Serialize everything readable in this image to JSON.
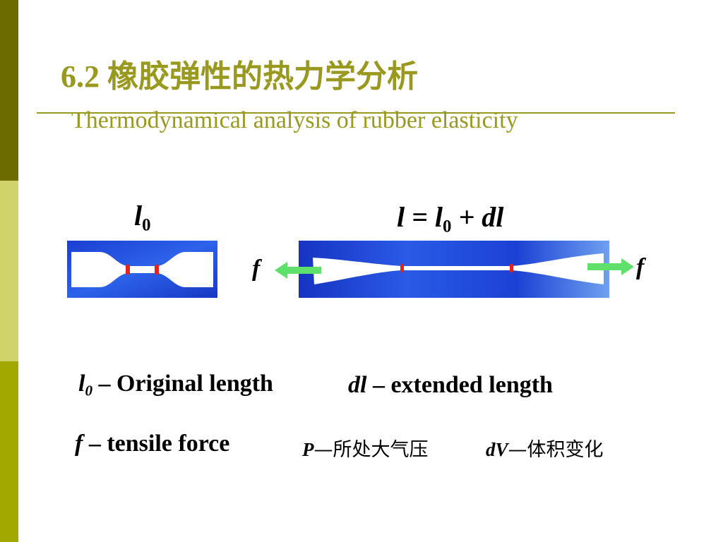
{
  "slide": {
    "title": "6.2 橡胶弹性的热力学分析",
    "subtitle": "Thermodynamical analysis of rubber elasticity"
  },
  "figure": {
    "label_original_base": "l",
    "label_original_sub": "0",
    "label_extended_pre": "l = l",
    "label_extended_sub": "0",
    "label_extended_post": " + dl",
    "force_left": "f",
    "force_right": "f",
    "colors": {
      "specimen_blue": "#1f45d8",
      "gauge_mark": "#e0241e",
      "arrow_green": "#5ee06a",
      "accent": "#99991f"
    }
  },
  "legend": {
    "l0_symbol": "l",
    "l0_sub": "0",
    "l0_text": " – Original length",
    "dl_symbol": "dl",
    "dl_text": " – extended length",
    "f_symbol": "f",
    "f_text": " – tensile force",
    "p_symbol": "P",
    "p_text": "—所处大气压",
    "dv_symbol": "dV",
    "dv_text": "—体积变化"
  }
}
